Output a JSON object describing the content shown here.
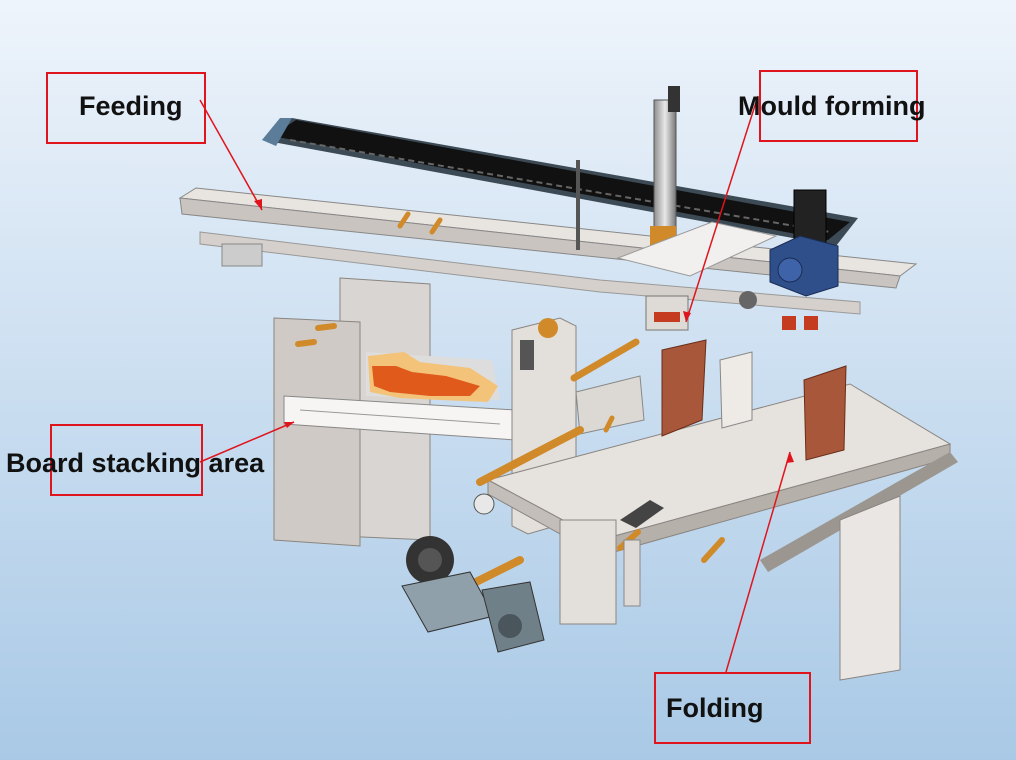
{
  "labels": {
    "feeding": "Feeding",
    "mould_forming": "Mould forming",
    "board_stacking": "Board stacking area",
    "folding": "Folding"
  },
  "colors": {
    "callout": "#e0141c",
    "background_top": "#e9f1fa",
    "background_bottom": "#a9c9e6",
    "machine_frame": "#d9d5d2",
    "brass_parts": "#d08a2a",
    "blue_gearbox": "#2f4f8a",
    "board": "#e05a1c"
  }
}
